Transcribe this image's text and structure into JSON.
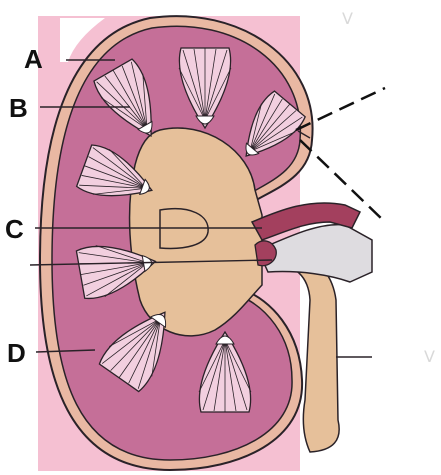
{
  "diagram": {
    "labels": [
      "A",
      "B",
      "C",
      "D"
    ],
    "watermark": "V"
  },
  "colors": {
    "background_panel": "#f5c0d2",
    "capsule": "#e9b8a3",
    "cortex": "#c56f98",
    "medulla": "#f2cfdf",
    "pelvis": "#e6c09a",
    "artery": "#a3405e",
    "vein": "#dedce0",
    "outline": "#2a2228"
  }
}
